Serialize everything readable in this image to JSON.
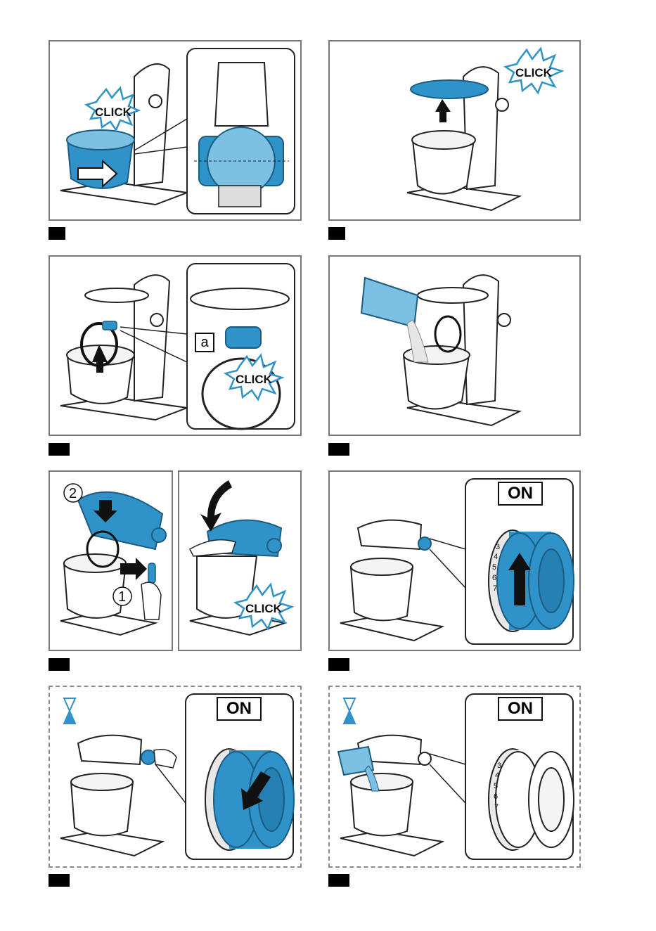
{
  "labels": {
    "click": "CLICK",
    "on": "ON",
    "callout_a": "a",
    "num_1": "1",
    "num_2": "2",
    "dial_numbers": [
      "3",
      "4",
      "5",
      "6",
      "7"
    ]
  },
  "colors": {
    "accent_blue": "#2f93c9",
    "light_blue": "#7cc0e3",
    "border_gray": "#777777",
    "dark": "#111111"
  }
}
